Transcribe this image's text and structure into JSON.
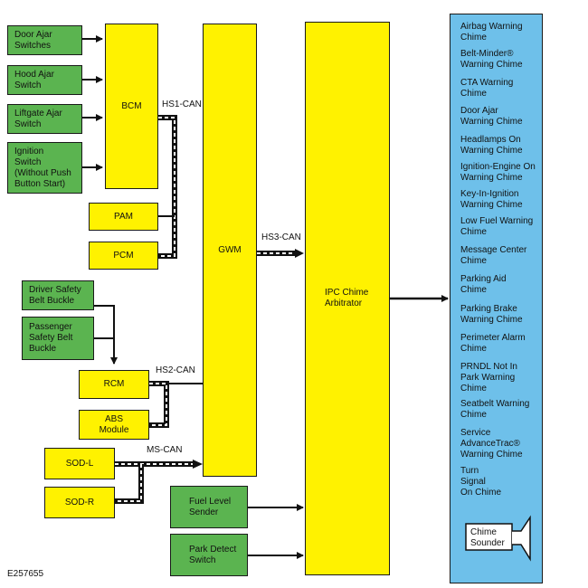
{
  "inputs": {
    "door_ajar": "Door Ajar\nSwitches",
    "hood_ajar": "Hood Ajar\nSwitch",
    "liftgate_ajar": "Liftgate Ajar\nSwitch",
    "ignition": "Ignition\nSwitch\n(Without Push\nButton Start)",
    "driver_belt": "Driver Safety\nBelt Buckle",
    "passenger_belt": "Passenger\nSafety Belt\nBuckle",
    "fuel_level": "Fuel Level\nSender",
    "park_detect": "Park Detect\nSwitch"
  },
  "modules": {
    "bcm": "BCM",
    "pam": "PAM",
    "pcm": "PCM",
    "gwm": "GWM",
    "rcm": "RCM",
    "abs": "ABS\nModule",
    "sod_l": "SOD-L",
    "sod_r": "SOD-R",
    "ipc": "IPC Chime\nArbitrator"
  },
  "buses": {
    "hs1": "HS1-CAN",
    "hs2": "HS2-CAN",
    "hs3": "HS3-CAN",
    "ms": "MS-CAN"
  },
  "chimes": [
    "Airbag Warning\nChime",
    "Belt-Minder®\nWarning Chime",
    "CTA Warning\nChime",
    "Door Ajar\nWarning Chime",
    "Headlamps On\nWarning Chime",
    "Ignition-Engine On\nWarning Chime",
    "Key-In-Ignition\nWarning Chime",
    "Low Fuel Warning\nChime",
    "Message Center\nChime",
    "Parking Aid\nChime",
    "Parking Brake\nWarning Chime",
    "Perimeter Alarm\nChime",
    "PRNDL Not In\nPark Warning\nChime",
    "Seatbelt Warning\nChime",
    "Service\nAdvanceTrac®\nWarning Chime",
    "Turn\nSignal\nOn Chime"
  ],
  "chime_sounder": "Chime\nSounder",
  "figure_id": "E257655",
  "colors": {
    "input_green": "#5bb450",
    "module_yellow": "#fff200",
    "chime_panel_blue": "#6ec0ea"
  }
}
